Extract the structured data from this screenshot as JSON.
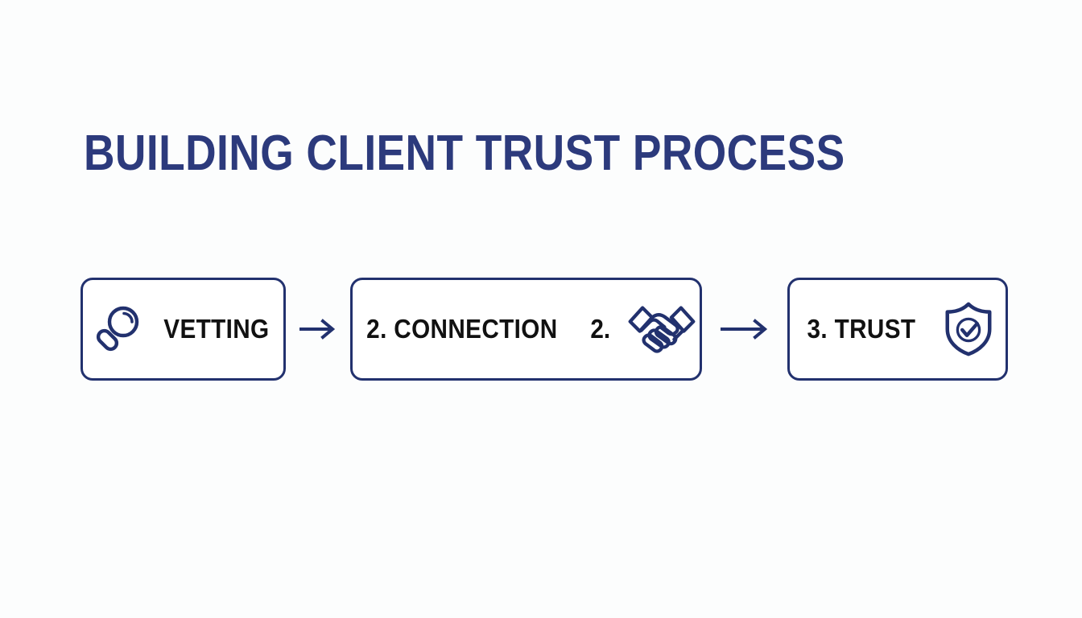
{
  "slide": {
    "title": "BUILDING CLIENT TRUST PROCESS",
    "background_color": "#fcfdfd",
    "accent_color": "#22316e",
    "title_color": "#2c3a7c",
    "text_color": "#111111"
  },
  "flow": {
    "steps": [
      {
        "label": "VETTING",
        "extra_label": "",
        "icon": "magnifier-icon",
        "icon_position": "left"
      },
      {
        "label": "2. CONNECTION",
        "extra_label": "2.",
        "icon": "handshake-icon",
        "icon_position": "right"
      },
      {
        "label": "3. TRUST",
        "extra_label": "",
        "icon": "shield-check-icon",
        "icon_position": "right"
      }
    ],
    "connectors": [
      {
        "icon": "arrow-right-icon"
      },
      {
        "icon": "arrow-right-icon"
      }
    ]
  }
}
